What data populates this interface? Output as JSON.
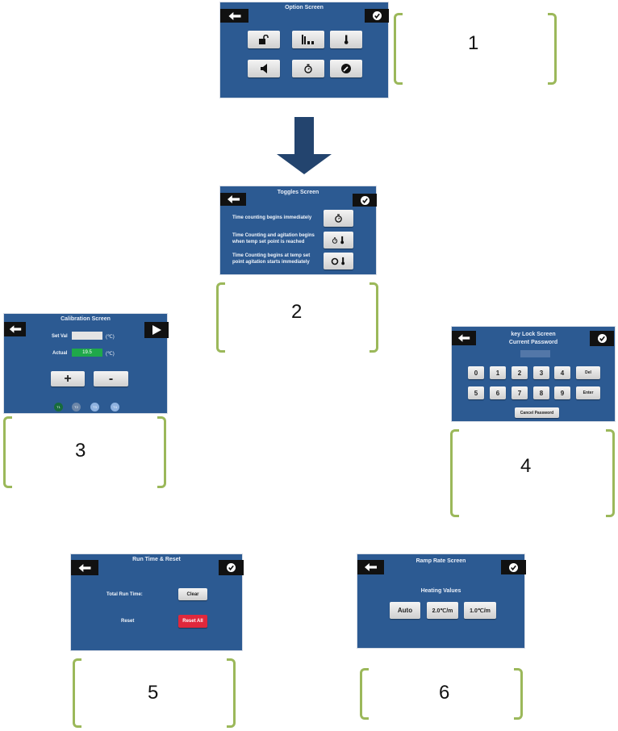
{
  "labels": [
    "1",
    "2",
    "3",
    "4",
    "5",
    "6"
  ],
  "option": {
    "title": "Option Screen",
    "icons": [
      "unlock-icon",
      "bar-chart-icon",
      "thermometer-icon",
      "speaker-icon",
      "stopwatch-icon",
      "wrench-icon"
    ]
  },
  "toggles": {
    "title": "Toggles Screen",
    "rows": [
      "Time counting begins immediately",
      "Time Counting and agitation begins when temp set point is reached",
      "Time Counting begins at temp set point agitation starts immediately"
    ]
  },
  "calibration": {
    "title": "Calibration Screen",
    "set_label": "Set Val",
    "actual_label": "Actual",
    "actual_value": "19.5",
    "unit": "(℃)",
    "plus": "+",
    "minus": "-",
    "tabs": [
      "T1",
      "T2",
      "T3",
      "T4"
    ]
  },
  "keylock": {
    "title": "key Lock Screen",
    "subtitle": "Current Password",
    "keys": [
      "0",
      "1",
      "2",
      "3",
      "4",
      "Del",
      "5",
      "6",
      "7",
      "8",
      "9",
      "Enter"
    ],
    "cancel": "Cancel Password"
  },
  "runtime": {
    "title": "Run Time & Reset",
    "total_label": "Total Run Time:",
    "clear": "Clear",
    "reset_label": "Reset",
    "reset_all": "Reset All"
  },
  "ramp": {
    "title": "Ramp Rate Screen",
    "heading": "Heating Values",
    "options": [
      "Auto",
      "2.0℃/m",
      "1.0℃/m"
    ]
  },
  "colors": {
    "panel": "#2c5a92",
    "bracket": "#9bb85a",
    "actual": "#1fa84a",
    "reset": "#e0283c"
  }
}
